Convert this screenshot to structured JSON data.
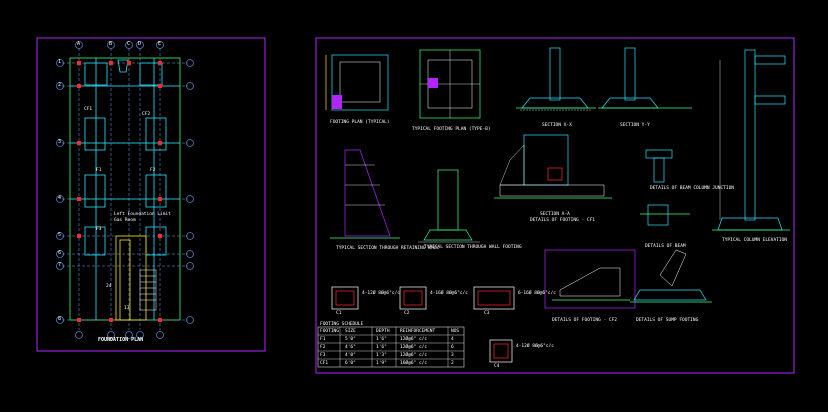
{
  "sheet_left": {
    "title": "FOUNDATION PLAN",
    "axes_top": [
      "A",
      "B",
      "C",
      "D",
      "E"
    ],
    "axes_side": [
      "1",
      "2",
      "3",
      "4",
      "5",
      "6",
      "7",
      "8"
    ],
    "footing_tags": [
      "CF1",
      "CF2",
      "F1",
      "F2",
      "F3"
    ],
    "notes": [
      "Left Foundation Limit",
      "Gas Room"
    ],
    "count_labels": [
      "24",
      "13"
    ]
  },
  "sheet_right": {
    "titles": {
      "footing_plan_typ": "FOOTING PLAN (TYPICAL)",
      "typical_footing_plan": "TYPICAL FOOTING PLAN (TYPE-B)",
      "section_xx": "SECTION X-X",
      "section_yy": "SECTION Y-Y",
      "retaining_wall": "TYPICAL SECTION THROUGH RETAINING WALL",
      "wall_footing": "TYPICAL SECTION THROUGH WALL FOOTING",
      "details_cf1": "DETAILS OF FOOTING - CF1",
      "details_column": "DETAILS OF BEAM COLUMN JUNCTION",
      "details_beam": "DETAILS OF BEAM",
      "column_elevation": "TYPICAL COLUMN ELEVATION",
      "details_cf2": "DETAILS OF FOOTING - CF2",
      "details_sump": "DETAILS OF SUMP FOOTING",
      "schedule": "FOOTING SCHEDULE",
      "section_aa": "SECTION A-A"
    },
    "column_sections": [
      {
        "tag": "C1",
        "note": "4-12Ø  8Ø@6\"c/c"
      },
      {
        "tag": "C2",
        "note": "4-16Ø  8Ø@6\"c/c"
      },
      {
        "tag": "C3",
        "note": "6-16Ø  8Ø@6\"c/c"
      },
      {
        "tag": "C4",
        "note": "4-12Ø  8Ø@6\"c/c"
      }
    ],
    "schedule_headers": [
      "FOOTING",
      "SIZE",
      "DEPTH",
      "REINFORCEMENT",
      "NOS"
    ],
    "schedule_rows": [
      [
        "F1",
        "5'0\"",
        "1'6\"",
        "12Ø@6\" c/c",
        "4"
      ],
      [
        "F2",
        "4'6\"",
        "1'6\"",
        "12Ø@6\" c/c",
        "6"
      ],
      [
        "F3",
        "4'0\"",
        "1'3\"",
        "12Ø@6\" c/c",
        "3"
      ],
      [
        "CF1",
        "6'0\"",
        "1'9\"",
        "16Ø@6\" c/c",
        "2"
      ]
    ]
  }
}
